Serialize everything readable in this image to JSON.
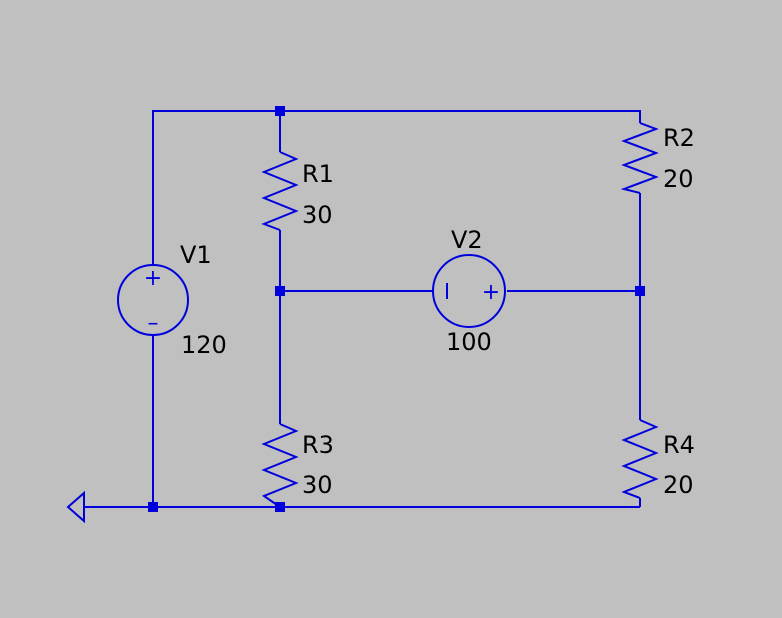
{
  "colors": {
    "background": "#c0c0c0",
    "wire": "#0000dd",
    "label": "#000000"
  },
  "components": {
    "v1": {
      "name": "V1",
      "value": "120",
      "plus": "+",
      "minus": "–"
    },
    "v2": {
      "name": "V2",
      "value": "100",
      "minus": "I",
      "plus": "+"
    },
    "r1": {
      "name": "R1",
      "value": "30"
    },
    "r2": {
      "name": "R2",
      "value": "20"
    },
    "r3": {
      "name": "R3",
      "value": "30"
    },
    "r4": {
      "name": "R4",
      "value": "20"
    }
  },
  "ground": {
    "icon": "ground-icon"
  }
}
